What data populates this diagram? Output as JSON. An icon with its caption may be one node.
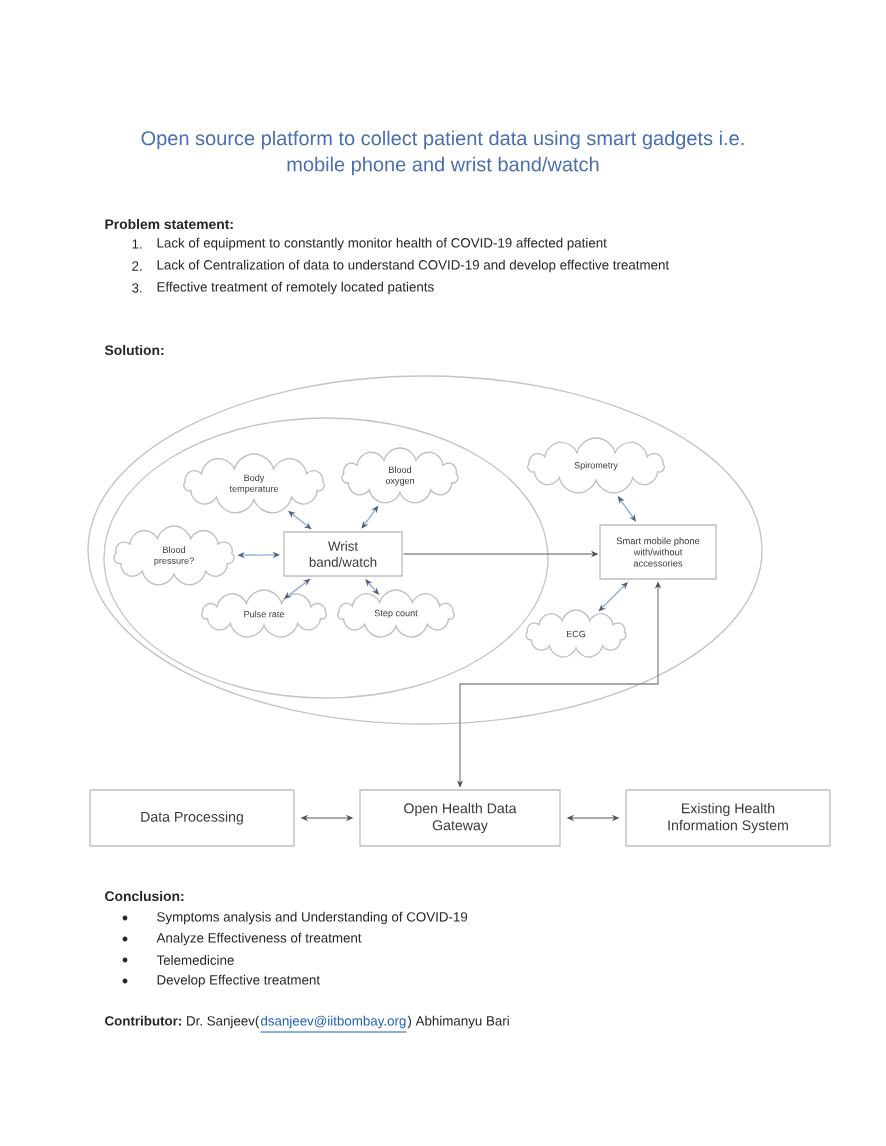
{
  "diagram": {
    "title": "Open source platform to collect patient data using smart gadgets i.e. mobile phone and wrist band/watch",
    "nodes": [
      {
        "text": [],
        "shape": "ellipse"
      },
      {
        "text": [],
        "shape": "ellipse",
        "in": 0
      },
      {
        "text": [
          "Body temperature"
        ],
        "in": 1
      },
      {
        "text": [
          "Blood oxygen"
        ],
        "in": 1
      },
      {
        "text": [
          "Spirometry"
        ],
        "in": 0
      },
      {
        "text": [
          "Blood pressure?"
        ],
        "in": 1
      },
      {
        "text": [
          "Wrist band/watch"
        ],
        "in": 1
      },
      {
        "text": [
          "Smart mobile phone with/without accessories"
        ],
        "in": 0
      },
      {
        "text": [
          "Pulse rate"
        ],
        "in": 1
      },
      {
        "text": [
          "Step count"
        ],
        "in": 1
      },
      {
        "text": [
          "ECG"
        ],
        "in": 0
      },
      {
        "text": [
          "Data Processing"
        ]
      },
      {
        "text": [
          "Open Health Data Gateway"
        ]
      },
      {
        "text": [
          "Existing Health Information System"
        ]
      }
    ],
    "edges": [
      {
        "from": 2,
        "to": 6,
        "arrow": "both"
      },
      {
        "from": 3,
        "to": 6,
        "arrow": "both"
      },
      {
        "from": 5,
        "to": 6,
        "arrow": "both"
      },
      {
        "from": 8,
        "to": 6,
        "arrow": "both"
      },
      {
        "from": 9,
        "to": 6,
        "arrow": "both"
      },
      {
        "from": 6,
        "to": 7,
        "arrow": "to",
        "color": "#8c8c8c"
      },
      {
        "from": 4,
        "to": 7,
        "arrow": "both"
      },
      {
        "from": 10,
        "to": 7,
        "arrow": "both"
      },
      {
        "from": 7,
        "to": 12,
        "arrow": "both",
        "color": "#8c8c8c"
      },
      {
        "from": 11,
        "to": 12,
        "arrow": "both",
        "color": "#8c8c8c"
      },
      {
        "from": 12,
        "to": 13,
        "arrow": "both",
        "color": "#8c8c8c"
      }
    ],
    "labels": [
      "Problem statement:",
      "1.",
      "Lack of equipment to constantly monitor health of COVID-19 affected patient",
      "2.",
      "Lack of Centralization of data to understand COVID-19 and develop effective treatment",
      "3.",
      "Effective treatment of remotely located patients",
      "Solution:",
      "Conclusion:",
      "Symptoms analysis and Understanding of COVID-19",
      "Analyze Effectiveness of treatment",
      "Telemedicine",
      "Develop Effective treatment",
      "**Contributor:** Dr. Sanjeev(",
      "dsanjeev@iitbombay.org",
      ") Abhimanyu Bari"
    ]
  }
}
